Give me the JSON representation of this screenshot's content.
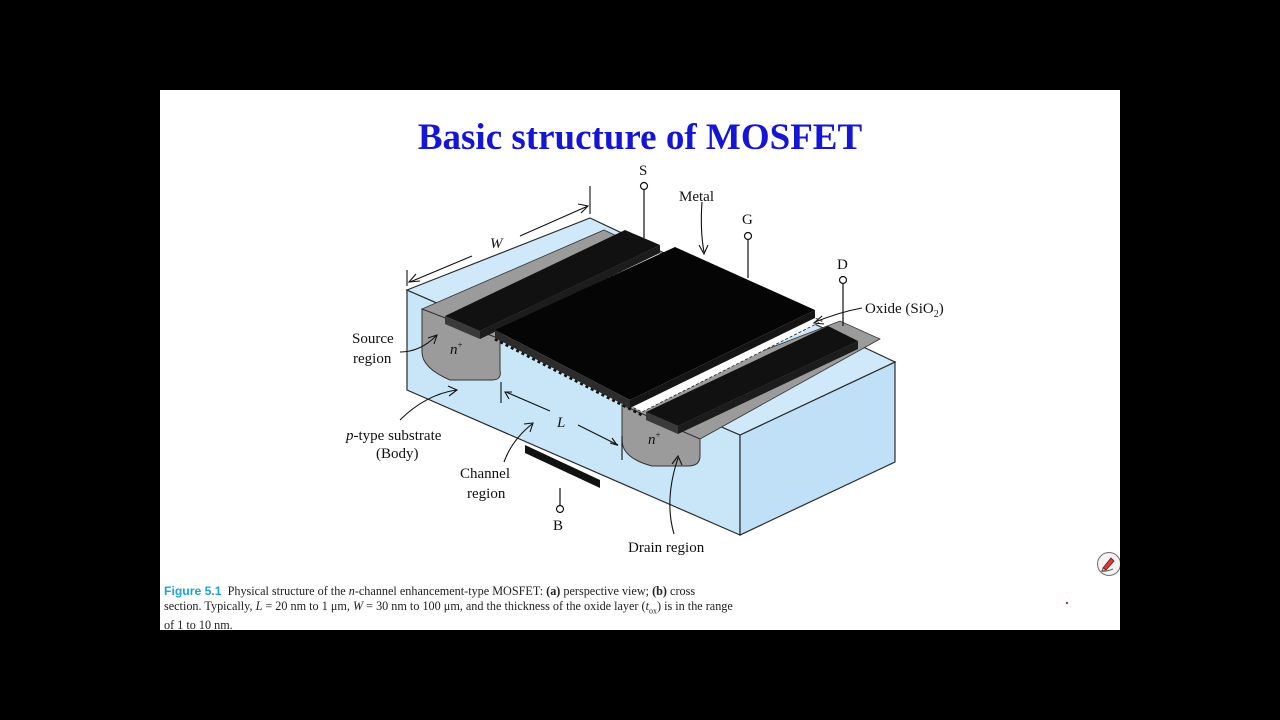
{
  "slide": {
    "title": "Basic structure of MOSFET"
  },
  "diagram": {
    "labels": {
      "source_terminal": "S",
      "gate_terminal": "G",
      "drain_terminal": "D",
      "body_terminal": "B",
      "metal": "Metal",
      "oxide_prefix": "Oxide (SiO",
      "oxide_sub": "2",
      "oxide_suffix": ")",
      "width": "W",
      "length": "L",
      "source_region_line1": "Source",
      "source_region_line2": "region",
      "substrate_italic": "p",
      "substrate_rest": "-type substrate",
      "substrate_line2": "(Body)",
      "channel_line1": "Channel",
      "channel_line2": "region",
      "drain_region": "Drain region",
      "n_plus_source": "n",
      "n_plus_drain": "n",
      "n_plus_sup": "+"
    },
    "colors": {
      "substrate": "#c8e6f8",
      "n_region": "#9b9b9b",
      "metal": "#050505",
      "oxide": "#ffffff"
    }
  },
  "caption": {
    "figure_number": "Figure 5.1",
    "parts": {
      "p1": "Physical structure of the ",
      "n_italic": "n",
      "p2": "-channel enhancement-type MOSFET: ",
      "a": "(a)",
      "p3": " perspective view; ",
      "b": "(b)",
      "p4": " cross section. Typically, ",
      "L": "L",
      "p5": " = 20 nm to 1 μm, ",
      "W": "W",
      "p6": " = 30 nm to 100 μm, and the thickness of the oxide layer (",
      "t": "t",
      "ox": "ox",
      "p7": ") is in the range of 1 to 10 nm."
    }
  },
  "icons": {
    "pen": "pen-annotation-icon"
  }
}
